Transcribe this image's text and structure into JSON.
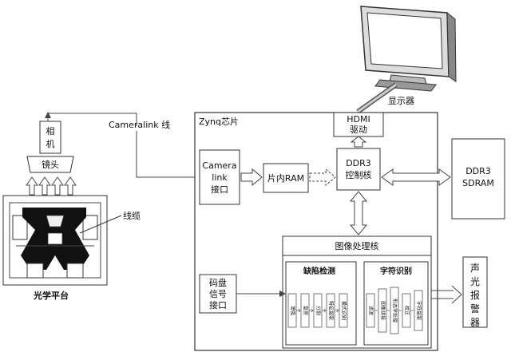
{
  "display": {
    "label": "显示器"
  },
  "hdmi": {
    "line1": "HDMI",
    "line2": "驱动"
  },
  "zynq": {
    "label": "Zynq芯片"
  },
  "cameralink_line": {
    "label": "Cameralink 线"
  },
  "camera": {
    "line1": "相",
    "line2": "机"
  },
  "lens": {
    "label": "镜头"
  },
  "cable": {
    "label": "线缆"
  },
  "optical_platform": {
    "label": "光学平台"
  },
  "camera_link_interface": {
    "line1": "Camera",
    "line2": "link",
    "line3": "接口"
  },
  "onchip_ram": {
    "label": "片内RAM"
  },
  "ddr3_controller": {
    "line1": "DDR3",
    "line2": "控制核"
  },
  "ddr3_sdram": {
    "line1": "DDR3",
    "line2": "SDRAM"
  },
  "image_core": {
    "label": "图像处理核"
  },
  "defect_detection": {
    "label": "缺陷检测",
    "steps": [
      "增强",
      "复原",
      "分割",
      "特征提取",
      "模式识别"
    ]
  },
  "char_recognition": {
    "label": "字符识别",
    "steps": [
      "滤波",
      "图像拼接",
      "形态学处理",
      "校正",
      "字符提取"
    ]
  },
  "encoder_interface": {
    "line1": "码盘",
    "line2": "信号",
    "line3": "接口"
  },
  "alarm": {
    "chars": [
      "声",
      "光",
      "报",
      "警",
      "器"
    ]
  }
}
